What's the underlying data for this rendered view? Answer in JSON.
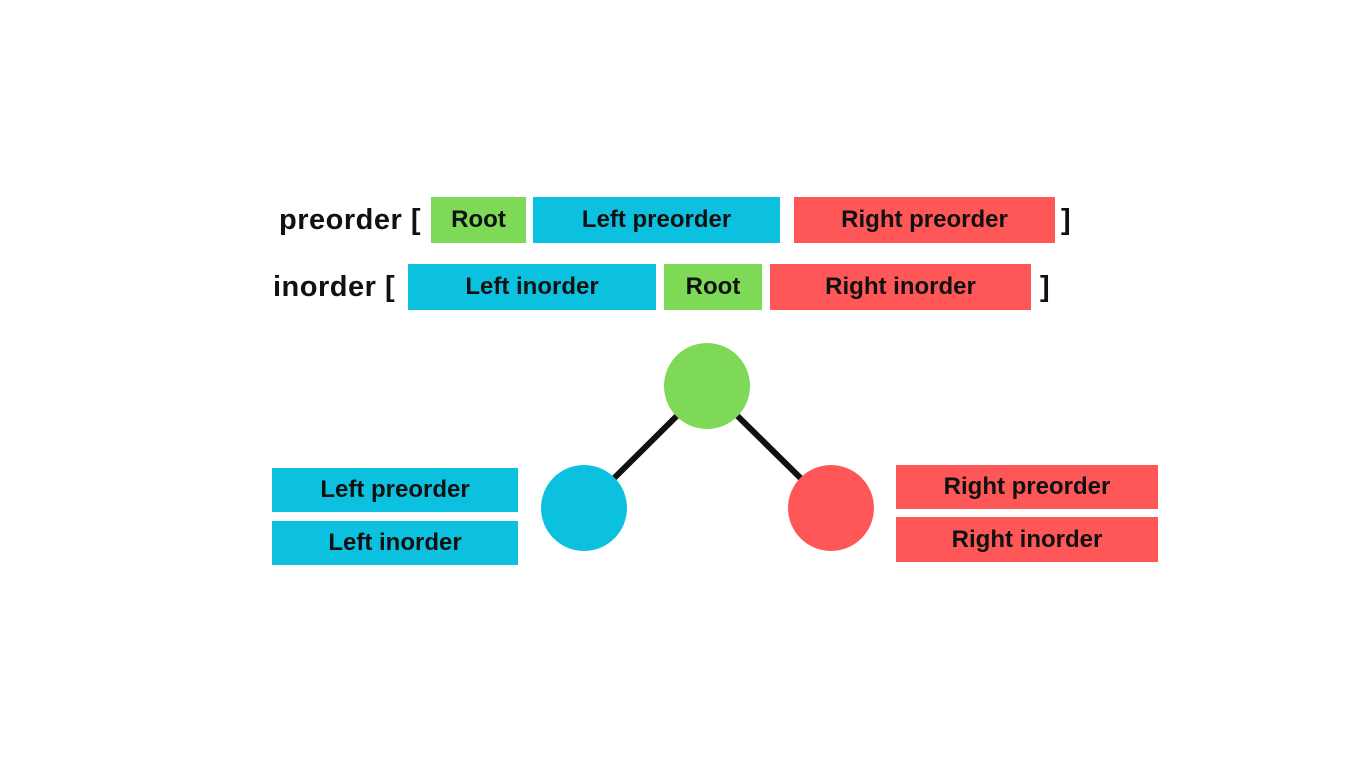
{
  "colors": {
    "green": "#7ED957",
    "cyan": "#0CC0DF",
    "red": "#FF5757",
    "line": "#111111",
    "text": "#111111",
    "background": "#FFFFFF"
  },
  "preorder_row": {
    "label": "preorder [",
    "close_bracket": "]",
    "segments": [
      {
        "label": "Root",
        "color": "green"
      },
      {
        "label": "Left preorder",
        "color": "cyan"
      },
      {
        "label": "Right preorder",
        "color": "red"
      }
    ]
  },
  "inorder_row": {
    "label": "inorder [",
    "close_bracket": "]",
    "segments": [
      {
        "label": "Left inorder",
        "color": "cyan"
      },
      {
        "label": "Root",
        "color": "green"
      },
      {
        "label": "Right inorder",
        "color": "red"
      }
    ]
  },
  "tree": {
    "nodes": [
      {
        "name": "root-node",
        "color": "green"
      },
      {
        "name": "left-node",
        "color": "cyan"
      },
      {
        "name": "right-node",
        "color": "red"
      }
    ],
    "left_subtree_labels": {
      "preorder": "Left preorder",
      "inorder": "Left inorder"
    },
    "right_subtree_labels": {
      "preorder": "Right preorder",
      "inorder": "Right inorder"
    }
  }
}
